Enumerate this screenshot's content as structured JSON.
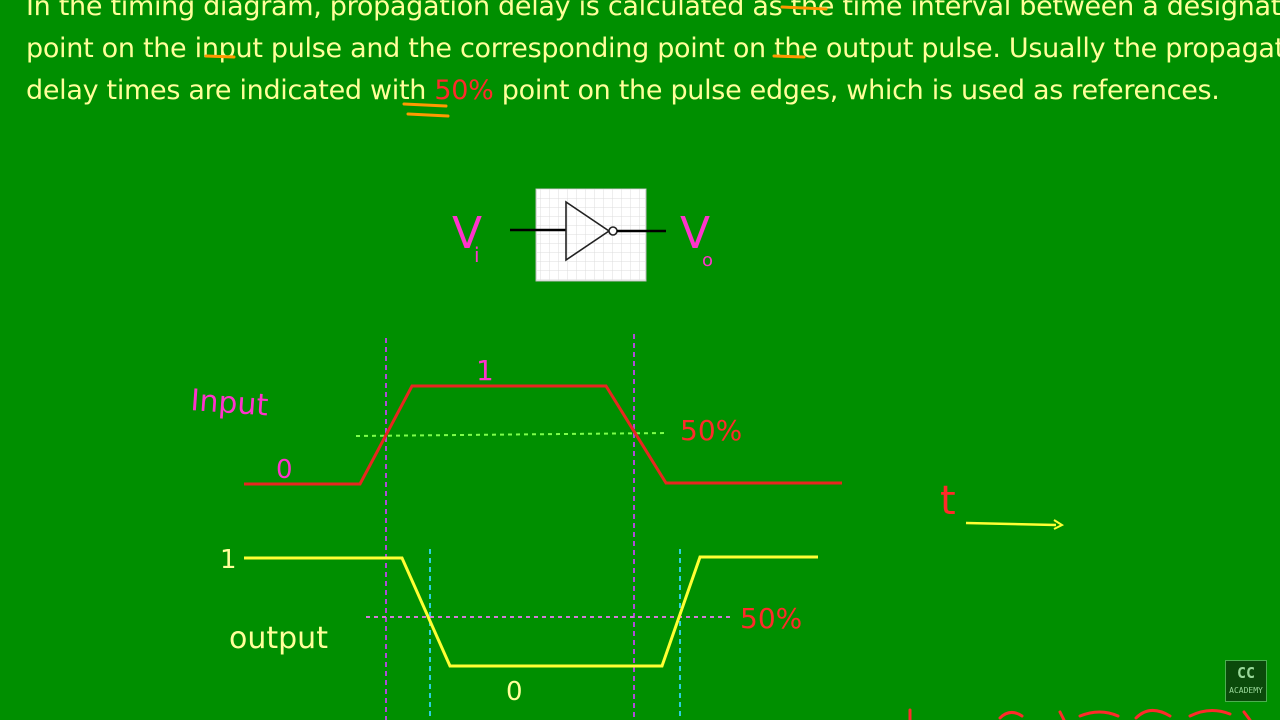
{
  "text": {
    "line0": "In the timing diagram, propagation delay is calculated as the time interval between a designated",
    "line1_a": "point on the ",
    "line1_input": "input",
    "line1_b": " pulse and the corresponding point on the ",
    "line1_output": "output",
    "line1_c": " pulse. Usually the propagation",
    "line2_a": "delay times are indicated with ",
    "line2_pct": "50%",
    "line2_b": " point on the pulse edges, which is used as references."
  },
  "gate": {
    "input_label": "V",
    "input_sub": "i",
    "output_label": "V",
    "output_sub": "o"
  },
  "input_wave": {
    "label": "Input",
    "low": "0",
    "high": "1",
    "ref": "50%"
  },
  "output_wave": {
    "label": "output",
    "low": "0",
    "high": "1",
    "ref": "50%"
  },
  "time_axis": {
    "label": "t"
  },
  "logo": {
    "top": "CC",
    "bottom": "ACADEMY"
  },
  "colors": {
    "background": "#008f00",
    "text": "#ffff9a",
    "highlight": "#ff2a2a",
    "input_wave": "#e8261f",
    "output_wave": "#ffff33",
    "label_magenta": "#ff33cc",
    "input_marker": "#b04ad8",
    "output_marker": "#2ecfe0"
  }
}
